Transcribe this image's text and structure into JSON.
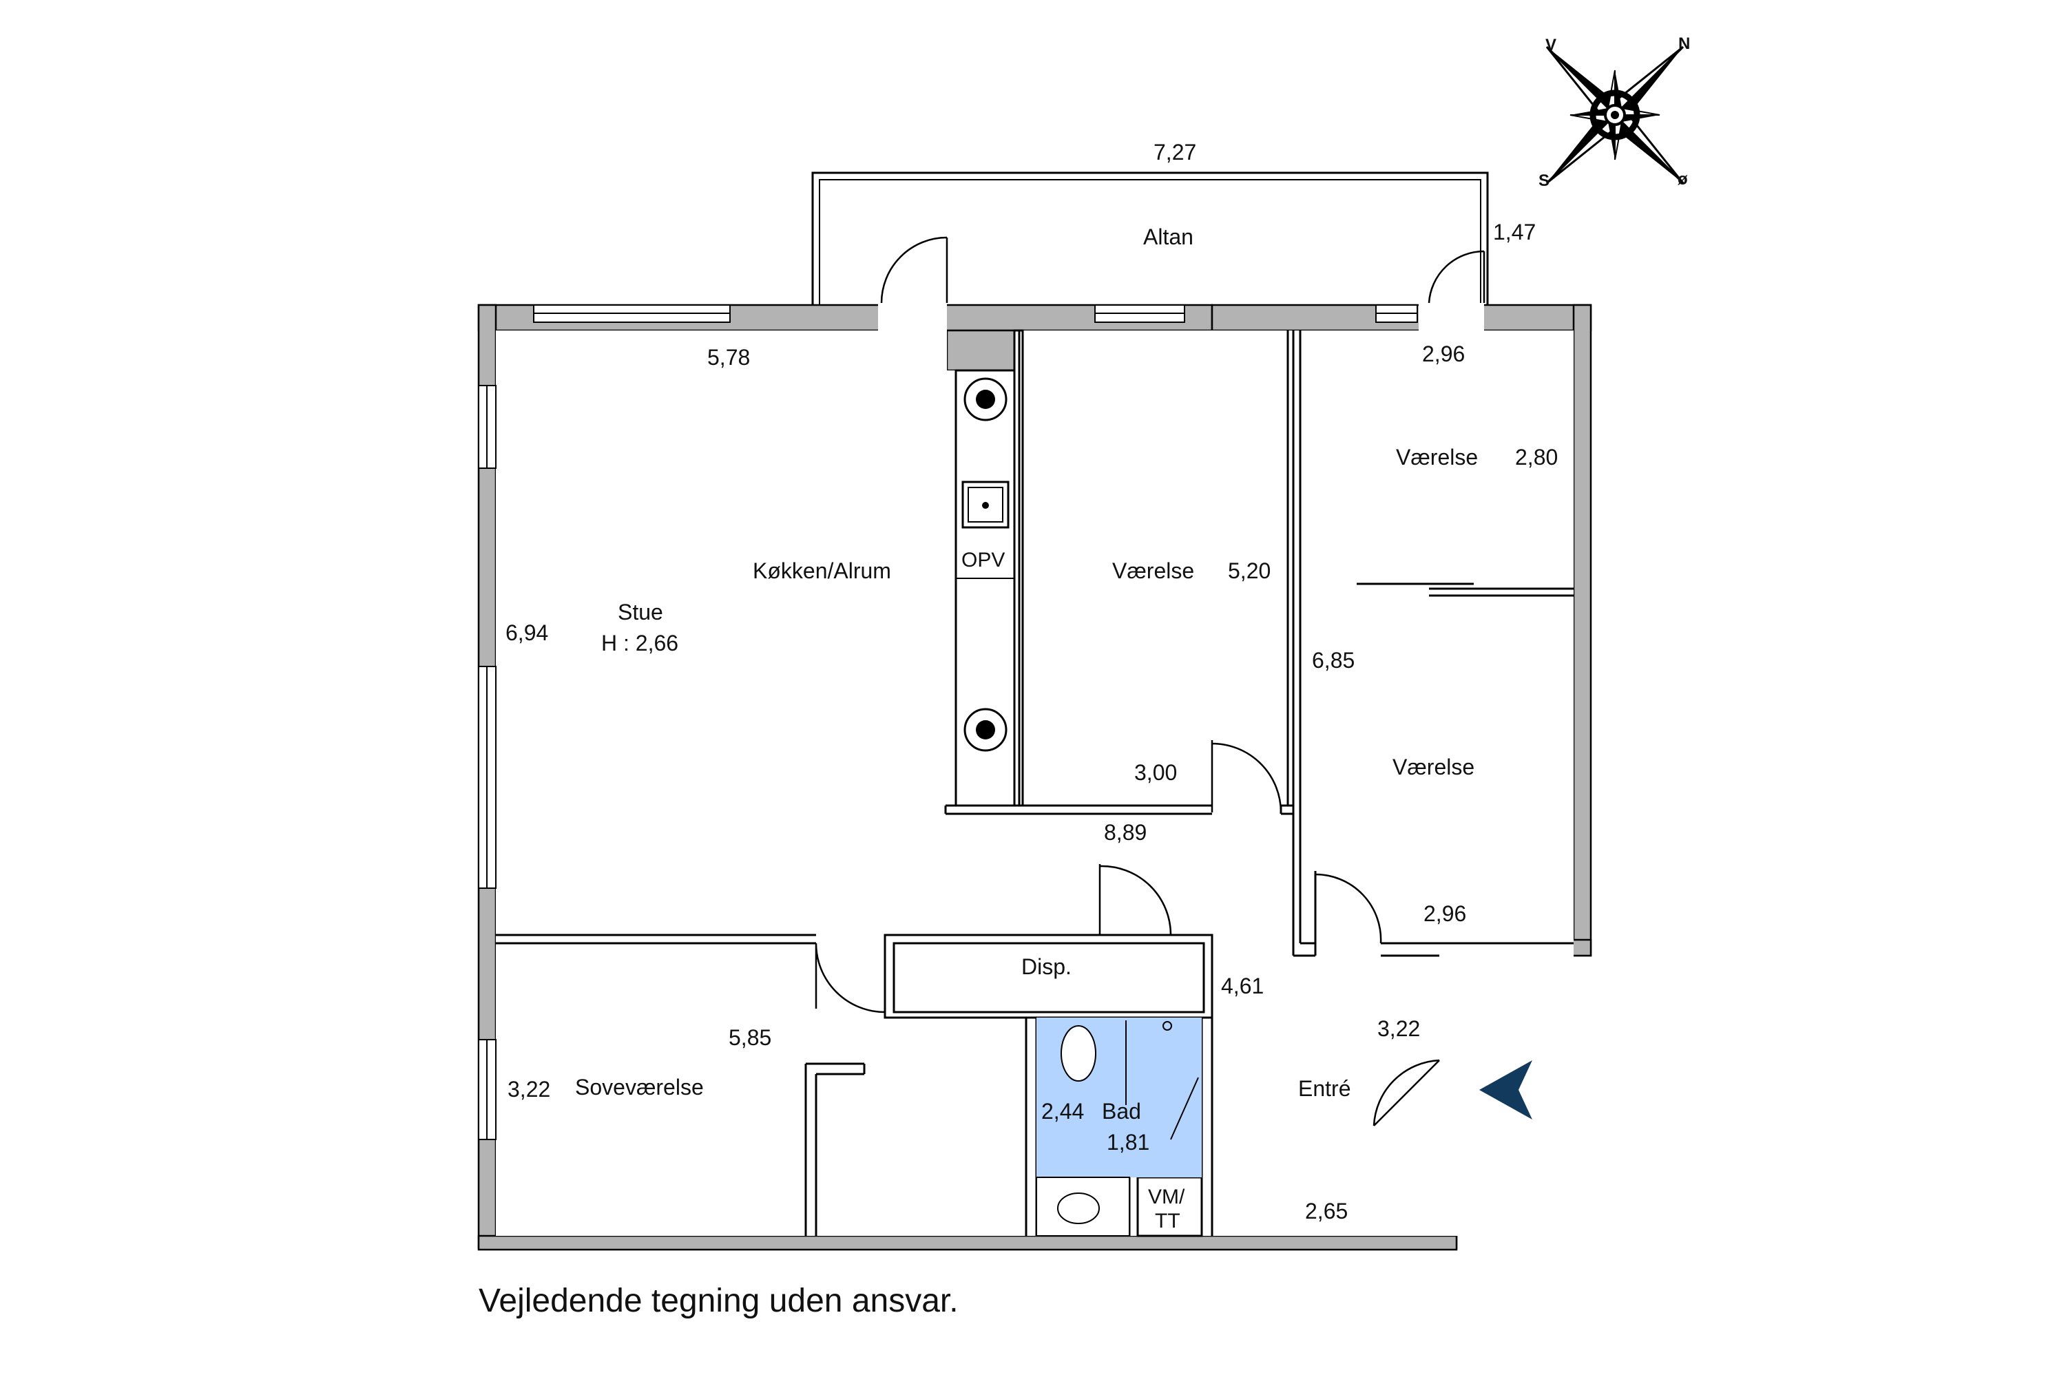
{
  "compass": {
    "v": "V",
    "n": "N",
    "s": "S",
    "o": "ø"
  },
  "rooms": {
    "altan": "Altan",
    "stue": "Stue",
    "stue_height": "H : 2,66",
    "kokken": "Køkken/Alrum",
    "vaerelse_mid": "Værelse",
    "vaerelse_top": "Værelse",
    "vaerelse_right": "Værelse",
    "disp": "Disp.",
    "sovevaerelse": "Soveværelse",
    "bad": "Bad",
    "entre": "Entré",
    "opv": "OPV",
    "vm_line1": "VM/",
    "vm_line2": "TT"
  },
  "dimensions": {
    "altan_width": "7,27",
    "altan_depth": "1,47",
    "stue_top": "5,78",
    "stue_side": "6,94",
    "vaerelse_mid_height": "5,20",
    "vaerelse_mid_width": "3,00",
    "kokken_bottom": "8,89",
    "vaerelse_top_width": "2,96",
    "vaerelse_top_height": "2,80",
    "right_side": "6,85",
    "vaerelse_right_width": "2,96",
    "hall": "4,61",
    "entre_side": "3,22",
    "entre_bottom": "2,65",
    "sove_width": "5,85",
    "sove_side": "3,22",
    "bad_width": "2,44",
    "bad_depth": "1,81"
  },
  "colors": {
    "wall_fill": "#b3b3b3",
    "bathroom": "#b3d4ff",
    "entrance_arrow": "#123a5c"
  },
  "caption": "Vejledende tegning uden ansvar."
}
